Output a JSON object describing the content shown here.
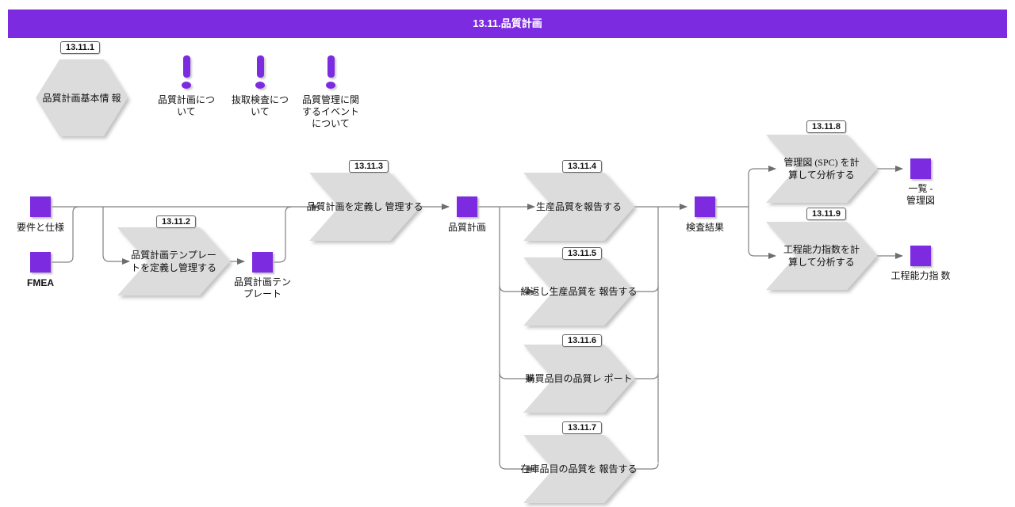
{
  "title": "13.11.品質計画",
  "colors": {
    "accent": "#7c2be0",
    "shape_fill": "#dcdcdc",
    "line": "#808080"
  },
  "hexagon": {
    "id": "13.11.1",
    "label": "品質計画基本情 報"
  },
  "events": [
    {
      "label": "品質計画につ\nいて"
    },
    {
      "label": "抜取検査につ\nいて"
    },
    {
      "label": "品質管理に関\nするイベント\nについて"
    }
  ],
  "processes": [
    {
      "id": "13.11.2",
      "label": "品質計画テンプレー\nトを定義し管理する"
    },
    {
      "id": "13.11.3",
      "label": "品質計画を定義し 管理する"
    },
    {
      "id": "13.11.4",
      "label": "生産品質を報告する"
    },
    {
      "id": "13.11.5",
      "label": "繰返し生産品質を 報告する"
    },
    {
      "id": "13.11.6",
      "label": "購買品目の品質レ ポート"
    },
    {
      "id": "13.11.7",
      "label": "在庫品目の品質を 報告する"
    },
    {
      "id": "13.11.8",
      "label": "管理図 (SPC) を計\n算して分析する"
    },
    {
      "id": "13.11.9",
      "label": "工程能力指数を計\n算して分析する"
    }
  ],
  "artifacts": [
    {
      "label": "要件と仕様"
    },
    {
      "label": "FMEA"
    },
    {
      "label": "品質計画テン\nプレート"
    },
    {
      "label": "品質計画"
    },
    {
      "label": "検査結果"
    },
    {
      "label": "一覧 -\n管理図"
    },
    {
      "label": "工程能力指 数"
    }
  ]
}
